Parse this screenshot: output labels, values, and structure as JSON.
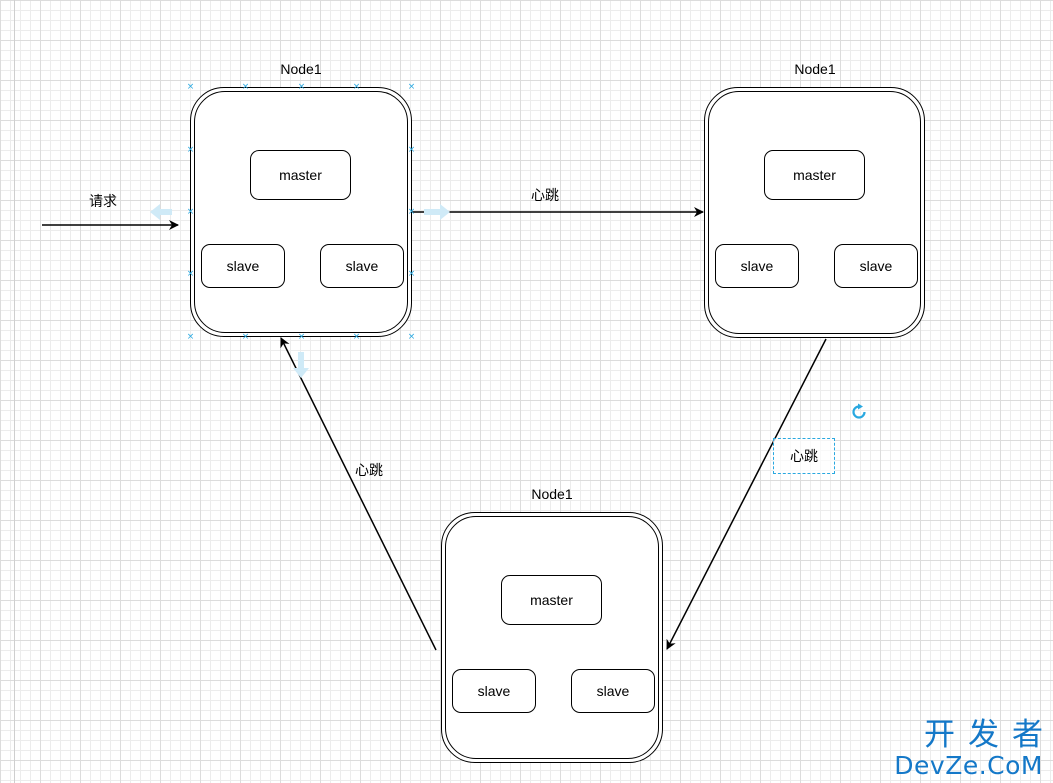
{
  "diagram": {
    "nodes": [
      {
        "title": "Node1",
        "master": "master",
        "slave_a": "slave",
        "slave_b": "slave"
      },
      {
        "title": "Node1",
        "master": "master",
        "slave_a": "slave",
        "slave_b": "slave"
      },
      {
        "title": "Node1",
        "master": "master",
        "slave_a": "slave",
        "slave_b": "slave"
      }
    ],
    "edges": {
      "request_label": "请求",
      "heartbeat_top": "心跳",
      "heartbeat_right": "心跳",
      "heartbeat_left": "心跳"
    }
  },
  "ui": {
    "selection_color": "#29a8e0",
    "handle_glyph": "×",
    "rotate_icon": "rotate-icon",
    "connection_arrow_icon": "connection-arrow-icon"
  },
  "watermark": {
    "line1": "开发者",
    "line2": "DevZe.CoM"
  }
}
